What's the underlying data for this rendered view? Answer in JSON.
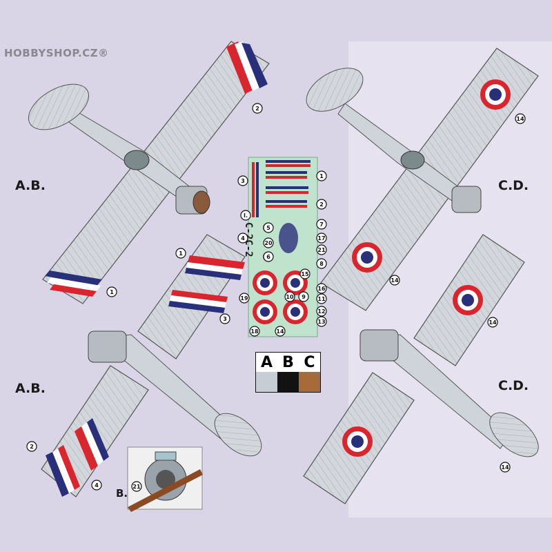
{
  "watermark": "HOBBYSHOP.CZ®",
  "variants": {
    "top_left": "A.B.",
    "mid_left": "A.B.",
    "top_right": "C.D.",
    "bottom_right": "C.D.",
    "inset": "B."
  },
  "decal_sheet": {
    "code_text": "C-2C-2",
    "left_markers": [
      "3",
      "I.",
      "4",
      "19",
      "18"
    ],
    "right_markers": [
      "1",
      "2",
      "7",
      "17",
      "21",
      "8",
      "16",
      "11",
      "12",
      "13"
    ],
    "inner_markers": [
      "5",
      "20",
      "6",
      "15",
      "10",
      "9",
      "14"
    ]
  },
  "callouts": {
    "ab_top": [
      "2",
      "1"
    ],
    "ab_bottom": [
      "1",
      "3",
      "2",
      "4",
      "21"
    ],
    "cd_top": [
      "14",
      "14"
    ],
    "cd_bottom": [
      "14",
      "14"
    ]
  },
  "paint_chips": [
    {
      "label": "A",
      "color": "#c6cdd5"
    },
    {
      "label": "B",
      "color": "#121212"
    },
    {
      "label": "C",
      "color": "#a76a39"
    }
  ],
  "colors": {
    "background": "#d9d4e6",
    "airframe": "#cfd4da",
    "roundel_red": "#d8252e",
    "roundel_blue": "#2a2f7a"
  }
}
